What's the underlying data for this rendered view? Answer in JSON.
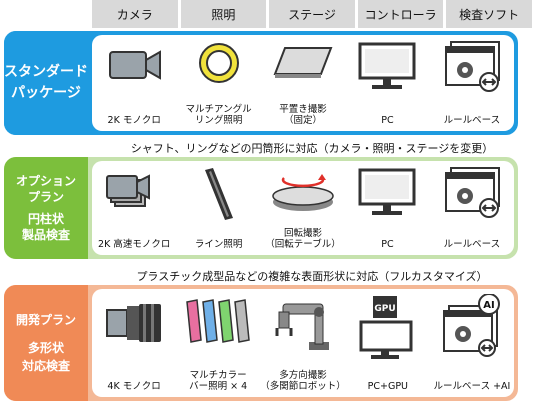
{
  "columns": [
    "カメラ",
    "照明",
    "ステージ",
    "コントローラ",
    "検査ソフト"
  ],
  "plans": [
    {
      "title": [
        "スタンダード",
        "パッケージ"
      ],
      "color": "#1e9be0",
      "tint": "#1e9be0",
      "items": [
        {
          "icon": "camera-icon",
          "label": [
            "2K モノクロ"
          ]
        },
        {
          "icon": "ring-light-icon",
          "label": [
            "マルチアングル",
            "リング照明"
          ]
        },
        {
          "icon": "flat-stage-icon",
          "label": [
            "平置き撮影",
            "（固定）"
          ]
        },
        {
          "icon": "pc-monitor-icon",
          "label": [
            "PC"
          ]
        },
        {
          "icon": "software-window-icon",
          "label": [
            "ルールベース"
          ]
        }
      ]
    },
    {
      "title": [
        "オプション",
        "プラン",
        "円柱状",
        "製品検査"
      ],
      "color": "#7cbf3c",
      "tint": "#c6e2ad",
      "items": [
        {
          "icon": "high-speed-camera-icon",
          "label": [
            "2K 高速モノクロ"
          ]
        },
        {
          "icon": "line-light-icon",
          "label": [
            "ライン照明"
          ]
        },
        {
          "icon": "rotary-stage-icon",
          "label": [
            "回転撮影",
            "（回転テーブル）"
          ]
        },
        {
          "icon": "pc-monitor-icon",
          "label": [
            "PC"
          ]
        },
        {
          "icon": "software-window-icon",
          "label": [
            "ルールベース"
          ]
        }
      ]
    },
    {
      "title": [
        "開発プラン",
        "多形状",
        "対応検査"
      ],
      "color": "#f08a56",
      "tint": "#f4b896",
      "items": [
        {
          "icon": "4k-camera-icon",
          "label": [
            "4K モノクロ"
          ]
        },
        {
          "icon": "multicolor-bar-light-icon",
          "label": [
            "マルチカラー",
            "バー照明 × 4"
          ]
        },
        {
          "icon": "robot-arm-icon",
          "label": [
            "多方向撮影",
            "（多関節ロボット）"
          ]
        },
        {
          "icon": "gpu-pc-icon",
          "label": [
            "PC+GPU"
          ]
        },
        {
          "icon": "ai-software-window-icon",
          "label": [
            "ルールベース +AI"
          ]
        }
      ]
    }
  ],
  "captions": {
    "option": "シャフト、リングなどの円筒形に対応（カメラ・照明・ステージを変更）",
    "dev": "プラスチック成型品などの複雑な表面形状に対応（フルカスタマイズ）"
  },
  "ai_badge": "AI",
  "gpu_label": "GPU"
}
